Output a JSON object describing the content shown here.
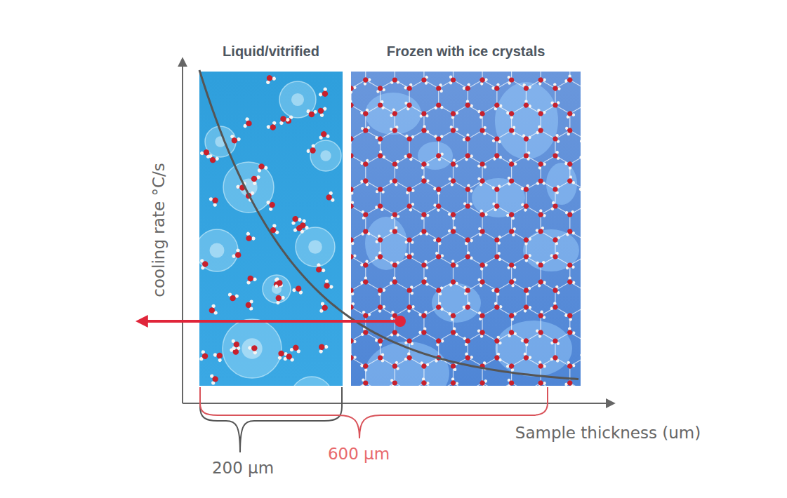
{
  "diagram": {
    "nodes": [
      {
        "text": [
          "Liquid/vitrified"
        ]
      },
      {
        "text": [
          "Frozen with ice crystals"
        ]
      }
    ],
    "labels": [
      "cooling rate °C/s",
      "Sample thickness (um)",
      "200 µm",
      "600 µm"
    ]
  }
}
